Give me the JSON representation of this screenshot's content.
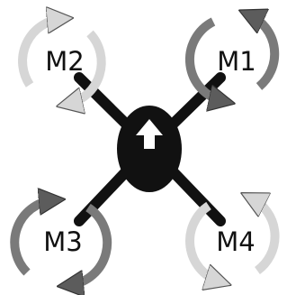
{
  "diagram": {
    "motors": [
      {
        "id": "m1",
        "label": "M1",
        "rotation": "clockwise",
        "color": "#7a7a7a"
      },
      {
        "id": "m2",
        "label": "M2",
        "rotation": "counterclockwise",
        "color": "#d6d6d6"
      },
      {
        "id": "m3",
        "label": "M3",
        "rotation": "clockwise",
        "color": "#7a7a7a"
      },
      {
        "id": "m4",
        "label": "M4",
        "rotation": "counterclockwise",
        "color": "#d6d6d6"
      }
    ],
    "frame_color": "#111111",
    "arrow_color": "#ffffff",
    "arrow_icon": "forward-arrow-icon"
  }
}
